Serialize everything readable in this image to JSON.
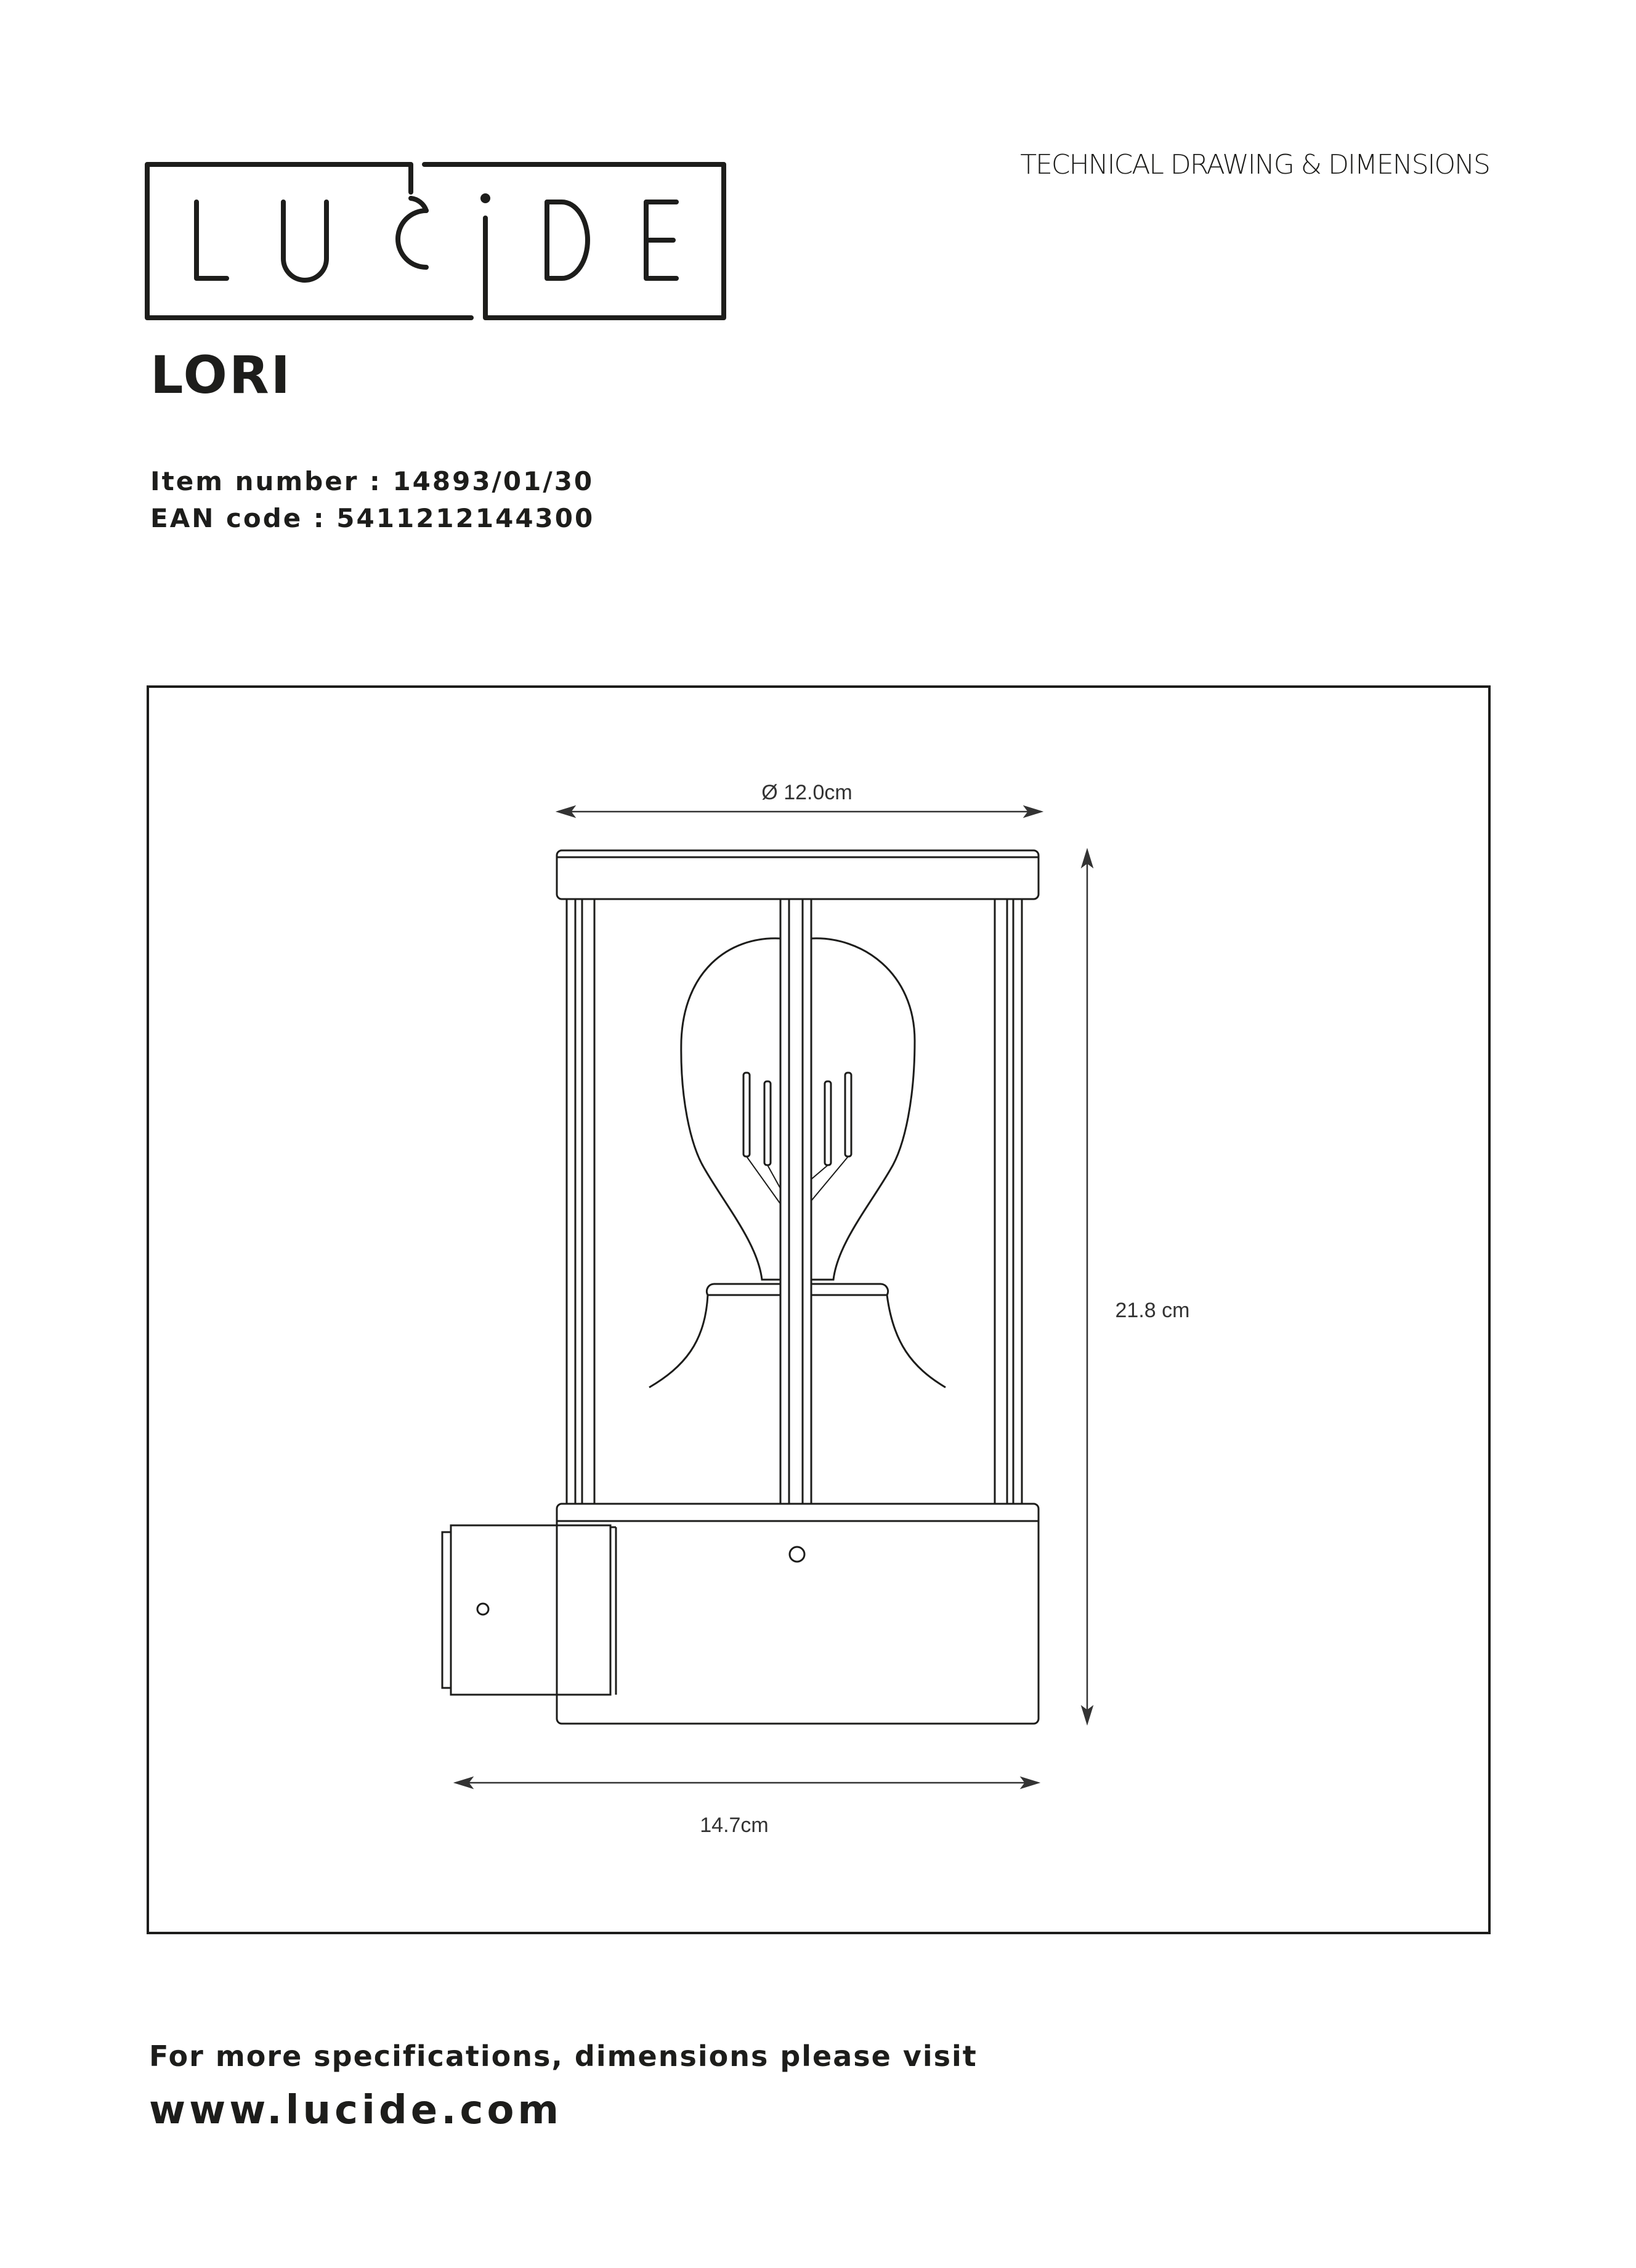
{
  "header": {
    "logo_text": "LUCIDE",
    "document_type": "TECHNICAL DRAWING & DIMENSIONS"
  },
  "product": {
    "name": "LORI",
    "item_number": "Item number : 14893/01/30",
    "ean_code": "EAN code : 5411212144300"
  },
  "drawing": {
    "diameter_label": "Ø 12.0cm",
    "height_label": "21.8 cm",
    "depth_label": "14.7cm"
  },
  "footer": {
    "more_info": "For more specifications, dimensions please visit",
    "website": "www.lucide.com"
  },
  "colors": {
    "ink": "#1d1d1b"
  }
}
